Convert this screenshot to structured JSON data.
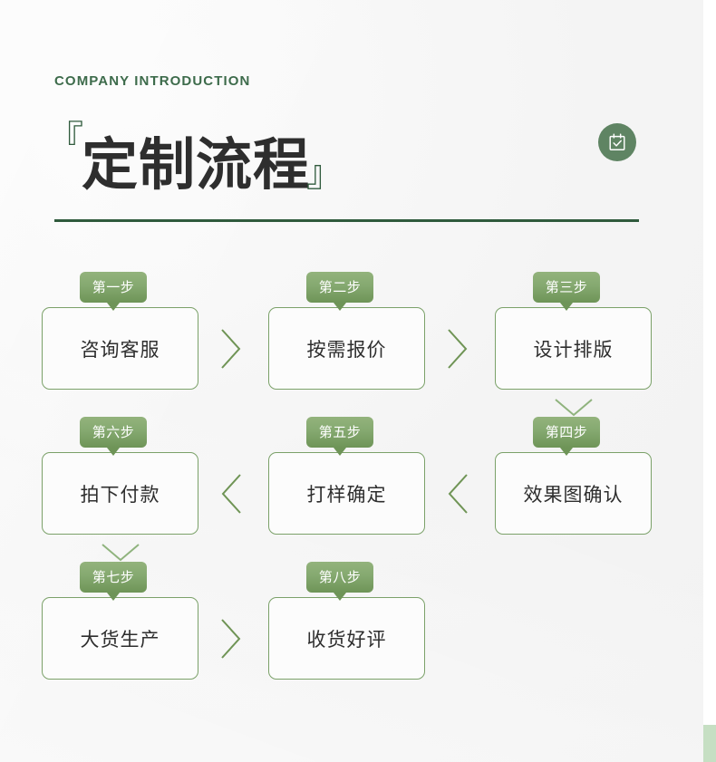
{
  "header": {
    "eyebrow": "COMPANY INTRODUCTION",
    "bracket_open": "『",
    "title": "定制流程",
    "bracket_close": "』",
    "badge_icon": "calendar-check-icon"
  },
  "theme": {
    "accent_green": "#3d6b4b",
    "divider_green": "#2f5a3c",
    "tag_green_top": "#93b37c",
    "tag_green_bottom": "#6e9457",
    "card_border": "#7ba169",
    "badge_fill": "#5f8463",
    "corner_accent": "#c6dfc3",
    "page_bg": "#f4f4f4",
    "text_dark": "#2e2e2e"
  },
  "flow": {
    "rows": [
      {
        "direction": "ltr",
        "steps": [
          {
            "tag": "第一步",
            "label": "咨询客服"
          },
          {
            "tag": "第二步",
            "label": "按需报价"
          },
          {
            "tag": "第三步",
            "label": "设计排版"
          }
        ]
      },
      {
        "direction": "rtl",
        "steps": [
          {
            "tag": "第六步",
            "label": "拍下付款"
          },
          {
            "tag": "第五步",
            "label": "打样确定"
          },
          {
            "tag": "第四步",
            "label": "效果图确认"
          }
        ]
      },
      {
        "direction": "ltr",
        "steps": [
          {
            "tag": "第七步",
            "label": "大货生产"
          },
          {
            "tag": "第八步",
            "label": "收货好评"
          }
        ]
      }
    ],
    "connectors": {
      "right_chevron": "chevron-right-icon",
      "left_chevron": "chevron-left-icon",
      "down_chevron": "chevron-down-icon"
    }
  }
}
